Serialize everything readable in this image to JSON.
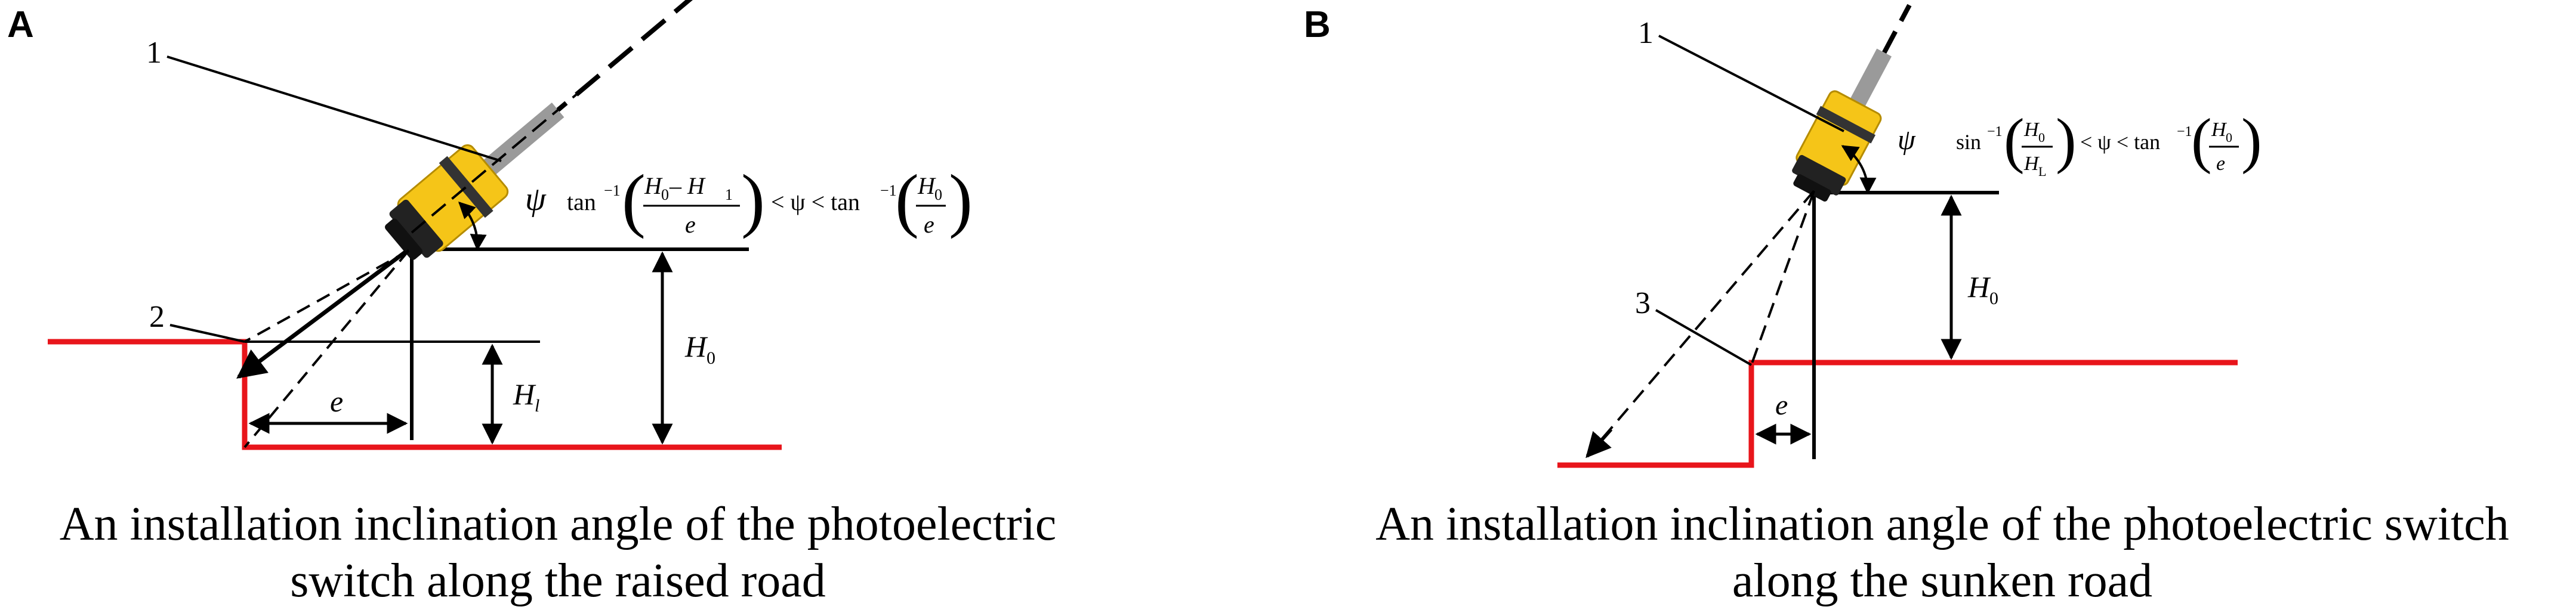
{
  "panels": [
    {
      "letter": "A",
      "num_sensor": "1",
      "num_edge": "2",
      "psi": "ψ",
      "formula_a": "tan",
      "formula_a_exp": "−1",
      "formula_a_num": "H",
      "formula_a_num_sub": "0",
      "formula_a_num_minus": " – H",
      "formula_a_num_sub2": "1",
      "formula_a_den": "e",
      "formula_mid": "< ψ < tan",
      "formula_b_exp": "−1",
      "formula_b_num": "H",
      "formula_b_num_sub": "0",
      "formula_b_den": "e",
      "label_e": "e",
      "label_h1": "H",
      "label_h1_sub": "l",
      "label_h0": "H",
      "label_h0_sub": "0",
      "caption_line1": "An installation inclination angle of the photoelectric",
      "caption_line2": "switch along the raised road"
    },
    {
      "letter": "B",
      "num_sensor": "1",
      "num_edge": "3",
      "psi": "ψ",
      "formula_a": "sin",
      "formula_a_exp": "−1",
      "formula_a_num": "H",
      "formula_a_num_sub": "0",
      "formula_a_den": "H",
      "formula_a_den_sub": "L",
      "formula_mid": "< ψ < tan",
      "formula_b_exp": "−1",
      "formula_b_num": "H",
      "formula_b_num_sub": "0",
      "formula_b_den": "e",
      "label_e": "e",
      "label_h0": "H",
      "label_h0_sub": "0",
      "caption_line1": "An installation inclination angle of the photoelectric switch",
      "caption_line2": "along the sunken road"
    }
  ],
  "colors": {
    "road": "#e8151b",
    "line": "#000000",
    "sensor_body": "#f5c518",
    "sensor_dark": "#222222",
    "sensor_cable": "#9a9a9a"
  }
}
